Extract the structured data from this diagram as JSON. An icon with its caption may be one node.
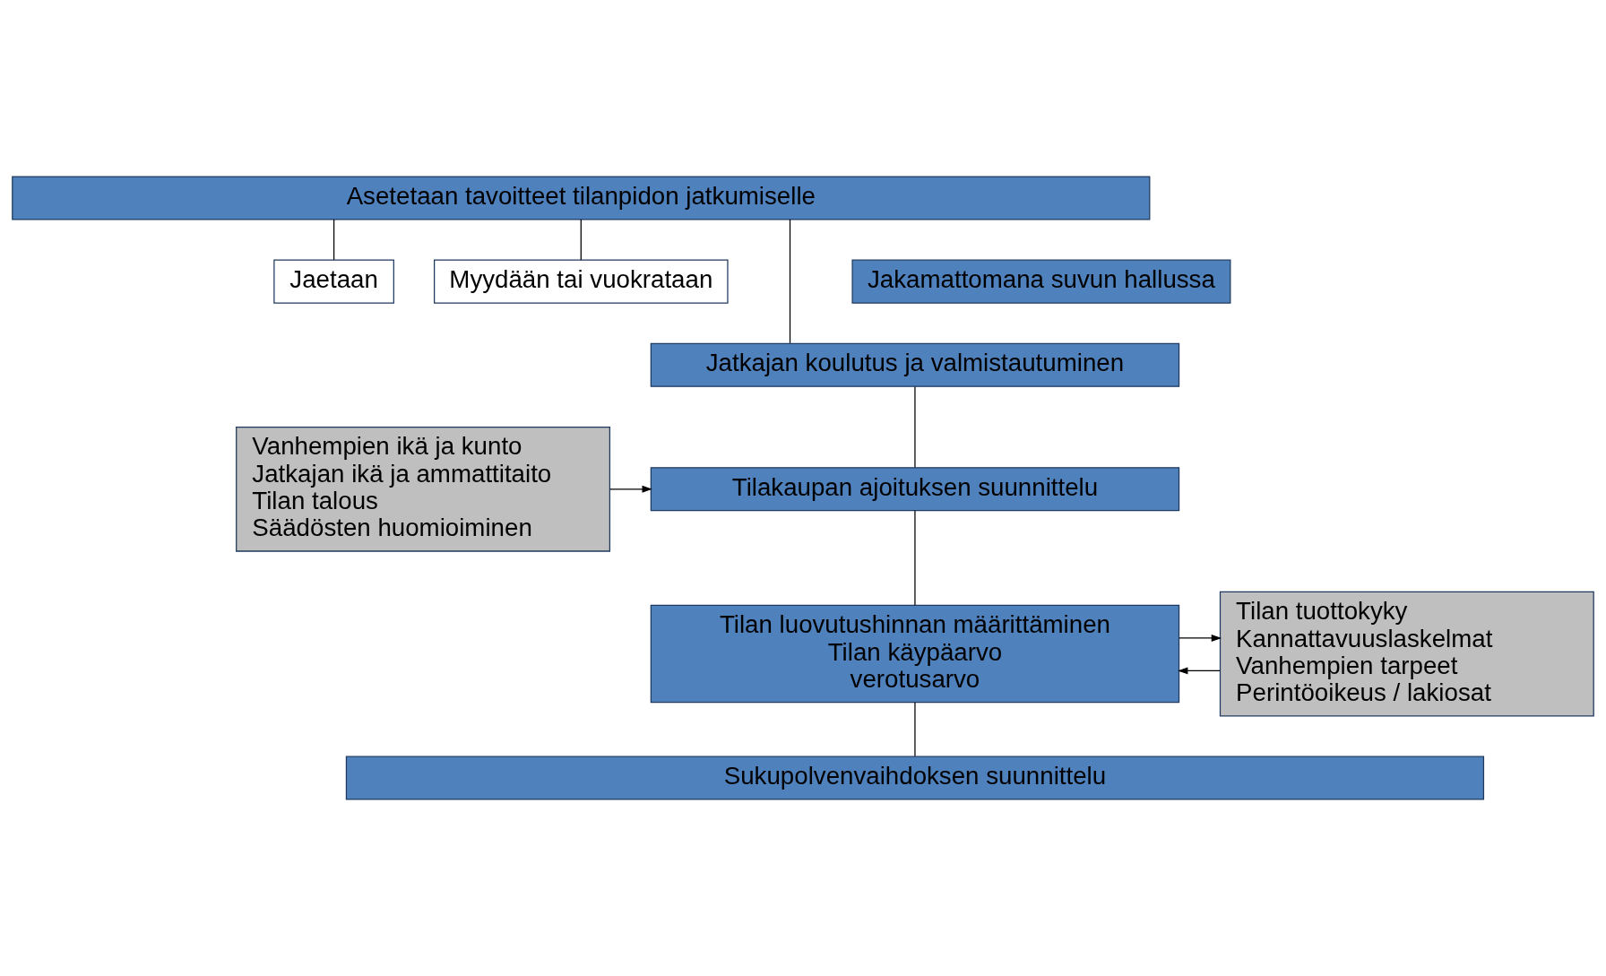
{
  "diagram": {
    "nodes": [
      {
        "text": [
          "Asetetaan tavoitteet tilanpidon jatkumiselle"
        ]
      },
      {
        "text": [
          "Jakamattomana suvun hallussa"
        ]
      },
      {
        "text": [
          "Jaetaan"
        ]
      },
      {
        "text": [
          "Myydään tai vuokrataan"
        ]
      },
      {
        "text": [
          "Jatkajan koulutus ja valmistautuminen"
        ]
      },
      {
        "text": [
          "Tilakaupan ajoituksen suunnittelu"
        ]
      },
      {
        "text": [
          "Vanhempien ikä ja kunto",
          "Jatkajan ikä ja ammattitaito",
          "Tilan talous",
          "Säädösten huomioiminen"
        ]
      },
      {
        "text": [
          "Tilan luovutushinnan määrittäminen",
          "Tilan käypäarvo",
          "verotusarvo"
        ]
      },
      {
        "text": [
          "Tilan tuottokyky",
          "Kannattavuuslaskelmat",
          "Vanhempien tarpeet",
          "Perintöoikeus / lakiosat"
        ]
      },
      {
        "text": [
          "Sukupolvenvaihdoksen suunnittelu"
        ]
      }
    ],
    "edges": [
      {
        "from": 0,
        "to": 2,
        "arrow": "none"
      },
      {
        "from": 0,
        "to": 3,
        "arrow": "none"
      },
      {
        "from": 0,
        "to": 4,
        "arrow": "none"
      },
      {
        "from": 4,
        "to": 5,
        "arrow": "none"
      },
      {
        "from": 6,
        "to": 5,
        "arrow": "to"
      },
      {
        "from": 5,
        "to": 7,
        "arrow": "none"
      },
      {
        "from": 8,
        "to": 7,
        "arrow": "to"
      },
      {
        "from": 7,
        "to": 8,
        "arrow": "to"
      },
      {
        "from": 7,
        "to": 9,
        "arrow": "none"
      }
    ]
  }
}
